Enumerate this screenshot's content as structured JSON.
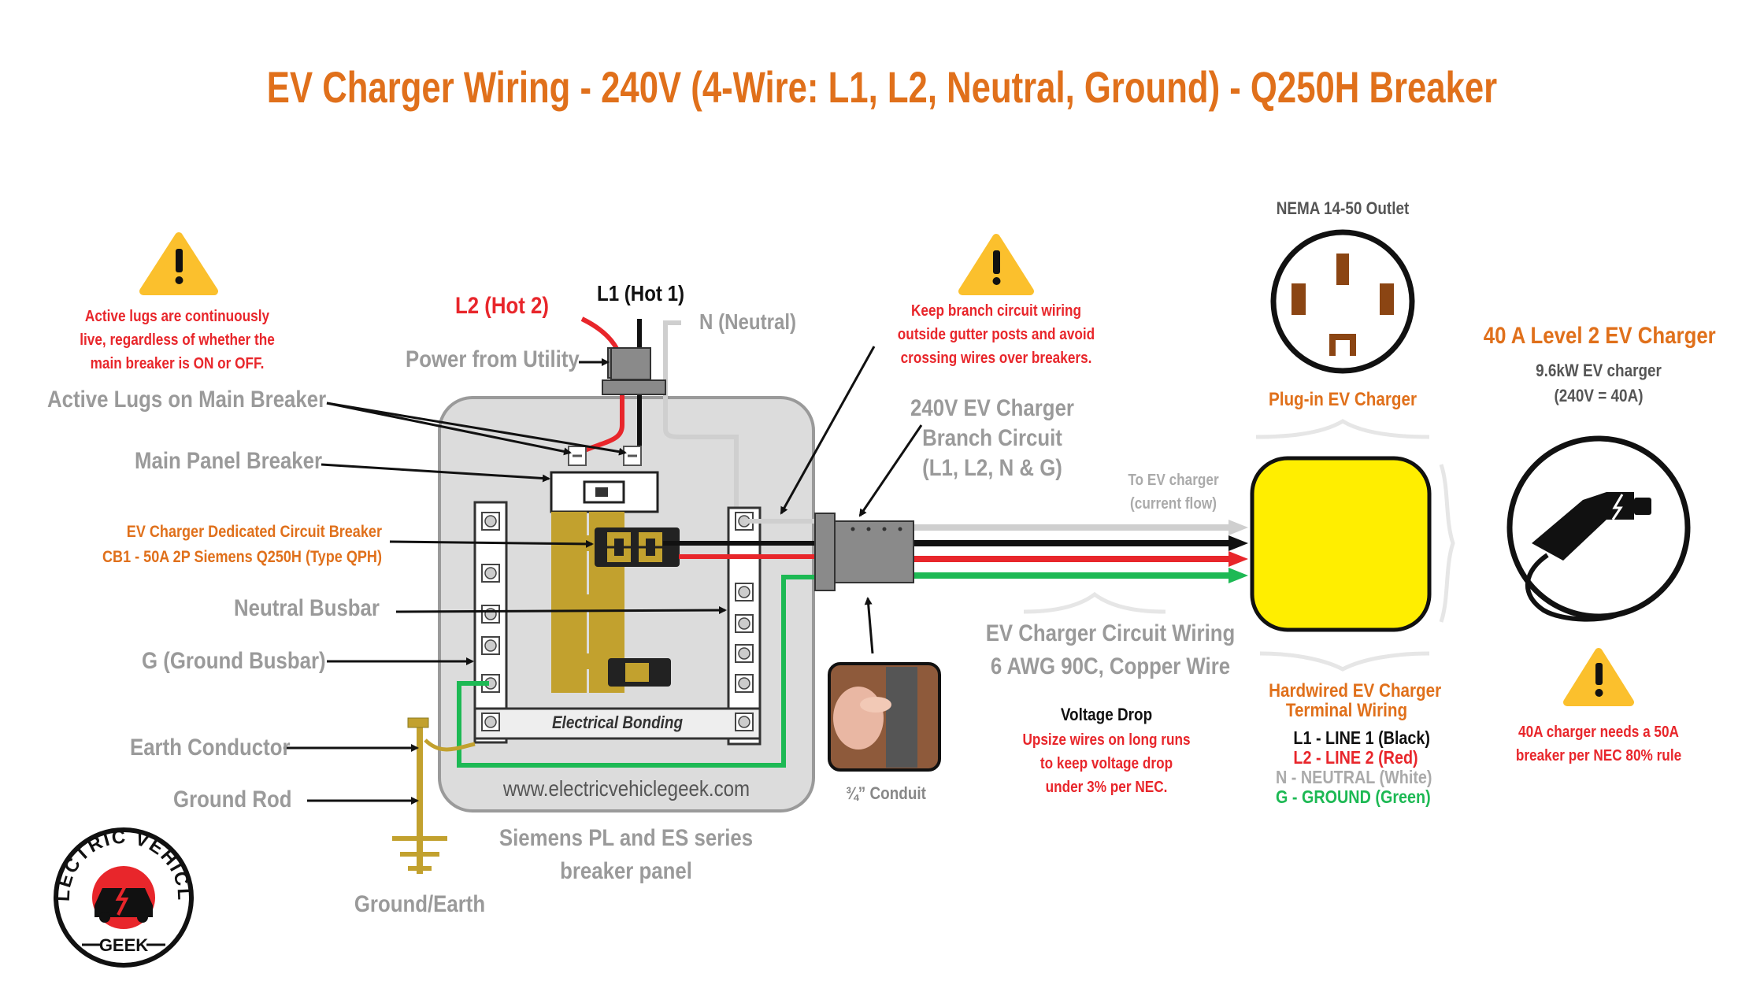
{
  "title": "EV Charger Wiring - 240V (4-Wire: L1, L2, Neutral, Ground) - Q250H Breaker",
  "warning_lugs": [
    "Active lugs are continuously",
    "live, regardless of whether the",
    "main breaker is ON or OFF."
  ],
  "warning_branch": [
    "Keep branch circuit wiring",
    "outside gutter posts and avoid",
    "crossing wires over breakers."
  ],
  "warning_breaker": [
    "40A charger needs a 50A",
    "breaker per NEC 80% rule"
  ],
  "labels": {
    "l2": "L2 (Hot 2)",
    "l1": "L1 (Hot 1)",
    "neutral": "N (Neutral)",
    "power_from_utility": "Power from Utility",
    "active_lugs": "Active Lugs on Main Breaker",
    "main_panel_breaker": "Main Panel Breaker",
    "ev_breaker_line1": "EV Charger Dedicated Circuit Breaker",
    "ev_breaker_line2": "CB1 - 50A 2P Siemens Q250H (Type QPH)",
    "neutral_busbar": "Neutral Busbar",
    "ground_busbar": "G (Ground Busbar)",
    "earth_conductor": "Earth Conductor",
    "ground_rod": "Ground Rod",
    "ground_earth": "Ground/Earth",
    "electrical_bonding": "Electrical Bonding",
    "website": "www.electricvehiclegeek.com",
    "panel_line1": "Siemens PL and ES series",
    "panel_line2": "breaker panel",
    "branch_line1": "240V EV Charger",
    "branch_line2": "Branch Circuit",
    "branch_line3": "(L1, L2, N & G)",
    "to_ev_line1": "To EV charger",
    "to_ev_line2": "(current flow)",
    "conduit": "¾”  Conduit",
    "wiring_line1": "EV Charger Circuit Wiring",
    "wiring_line2": "6 AWG 90C, Copper Wire",
    "vdrop_title": "Voltage Drop",
    "vdrop_line1": "Upsize wires on long runs",
    "vdrop_line2": "to keep voltage drop",
    "vdrop_line3": "under 3% per NEC.",
    "outlet": "NEMA 14-50 Outlet",
    "plugin": "Plug-in EV Charger",
    "hardwired_line1": "Hardwired EV Charger",
    "hardwired_line2": "Terminal Wiring",
    "term_l1": "L1 - LINE 1 (Black)",
    "term_l2": "L2 - LINE 2 (Red)",
    "term_n": "N  - NEUTRAL (White)",
    "term_g": "G  - GROUND (Green)",
    "charger_title": "40 A Level 2 EV Charger",
    "charger_line1": "9.6kW EV charger",
    "charger_line2": "(240V = 40A)"
  },
  "logo": {
    "top": "ELECTRIC VEHICLE",
    "bottom": "GEEK"
  },
  "colors": {
    "title": "#e0701b",
    "warning": "#e8262b",
    "line1": "#111111",
    "line2": "#e8262b",
    "neutral": "#cccccc",
    "ground": "#1db954",
    "busbar_gold": "#c2a12e",
    "terminal_yellow": "#ffee00",
    "caution_yellow": "#fbc02d"
  }
}
